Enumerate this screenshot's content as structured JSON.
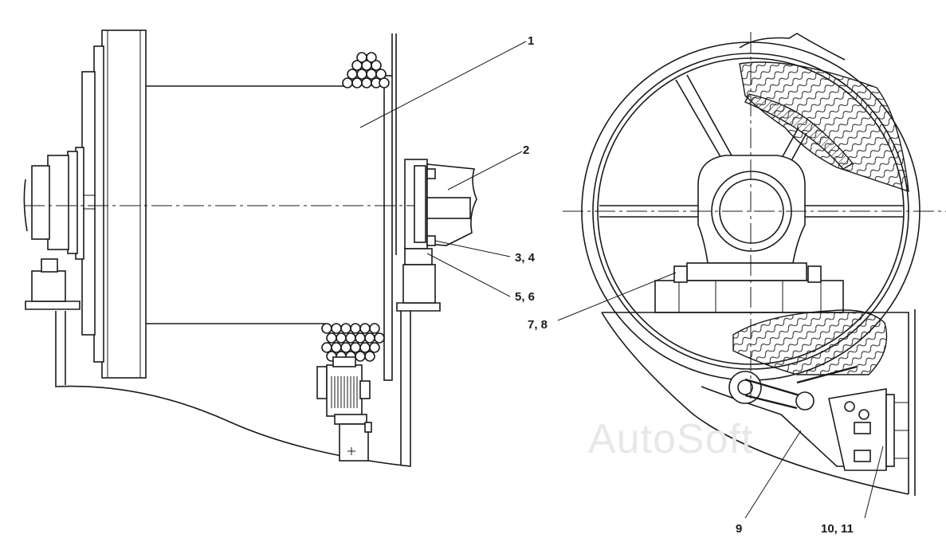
{
  "labels": {
    "l1": "1",
    "l2": "2",
    "l34": "3, 4",
    "l56": "5, 6",
    "l78": "7, 8",
    "l9": "9",
    "l1011": "10, 11"
  },
  "watermark": "AutoSoft"
}
